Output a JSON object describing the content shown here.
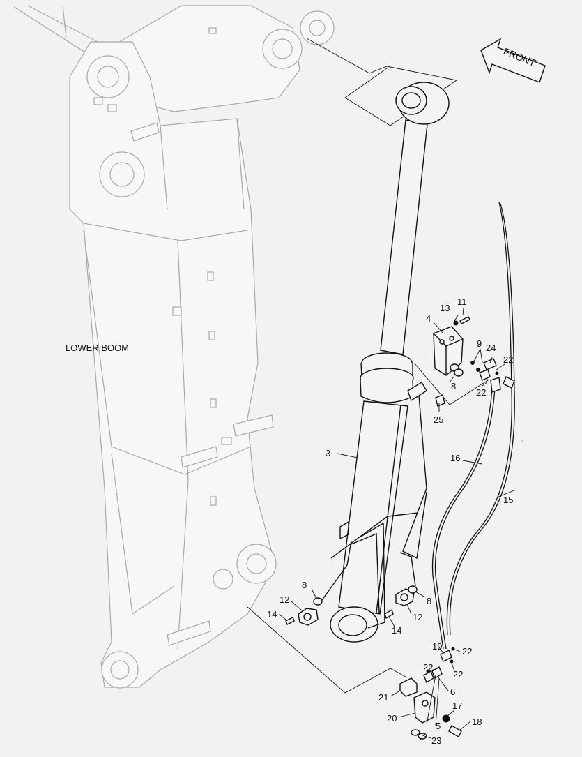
{
  "labels": {
    "lower_boom": "LOWER BOOM",
    "front": "FRONT"
  },
  "callouts": {
    "c3": "3",
    "c4": "4",
    "c5": "5",
    "c6": "6",
    "c8a": "8",
    "c8b": "8",
    "c8c": "8",
    "c9": "9",
    "c11": "11",
    "c12a": "12",
    "c12b": "12",
    "c13": "13",
    "c14a": "14",
    "c14b": "14",
    "c15": "15",
    "c16": "16",
    "c17": "17",
    "c18": "18",
    "c19": "19",
    "c20": "20",
    "c21": "21",
    "c22a": "22",
    "c22b": "22",
    "c22c": "22",
    "c22d": "22",
    "c22e": "22",
    "c23": "23",
    "c24": "24",
    "c25": "25"
  }
}
